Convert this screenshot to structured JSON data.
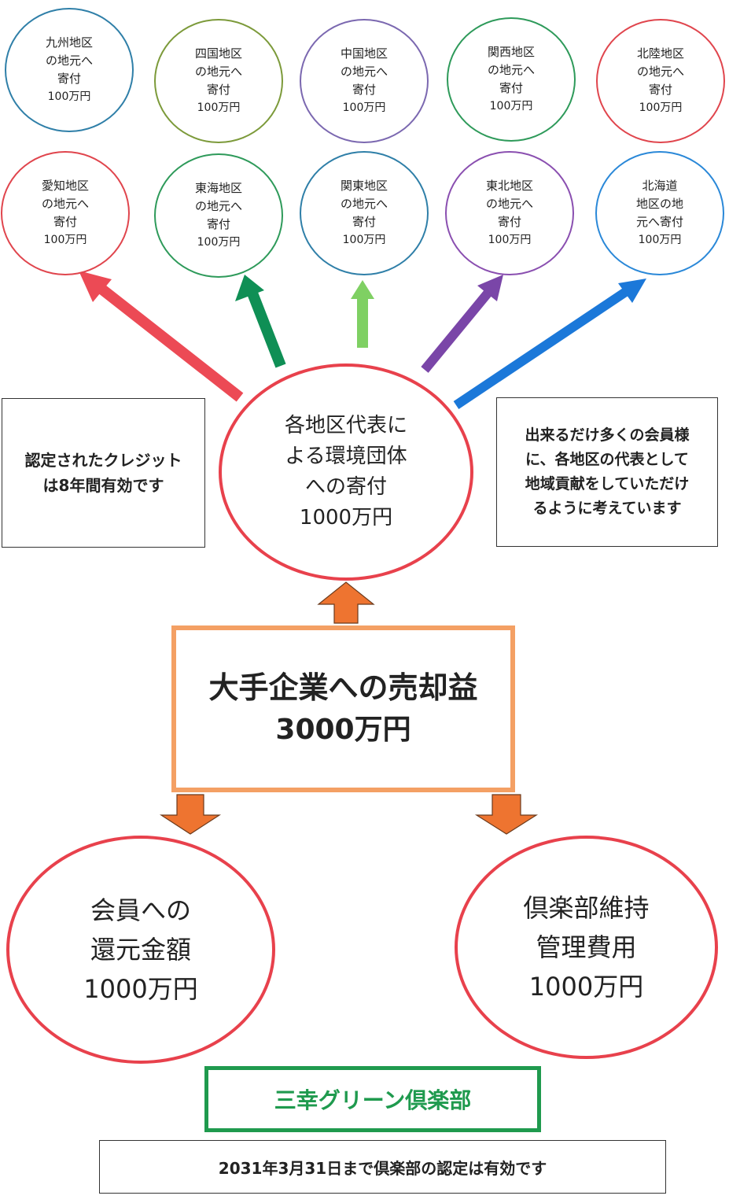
{
  "colors": {
    "red": "#e0454d",
    "orange_box": "#f4a064",
    "orange_arrow": "#ee7430",
    "green_frame": "#1f9a4e",
    "arrow_red": "#ec4a55",
    "arrow_green": "#0f8f55",
    "arrow_light_green": "#7fd063",
    "arrow_purple": "#7a46a8",
    "arrow_blue": "#1b78d9"
  },
  "regions_top": [
    {
      "lines": [
        "九州地区",
        "の地元へ",
        "寄付"
      ],
      "amount": "100万円",
      "color": "#2f7fa8"
    },
    {
      "lines": [
        "四国地区",
        "の地元へ",
        "寄付"
      ],
      "amount": "100万円",
      "color": "#7c9a3a"
    },
    {
      "lines": [
        "中国地区",
        "の地元へ",
        "寄付"
      ],
      "amount": "100万円",
      "color": "#7b68b0"
    },
    {
      "lines": [
        "関西地区",
        "の地元へ",
        "寄付"
      ],
      "amount": "100万円",
      "color": "#2e9a5a"
    },
    {
      "lines": [
        "北陸地区",
        "の地元へ",
        "寄付"
      ],
      "amount": "100万円",
      "color": "#e0454d"
    }
  ],
  "regions_bottom": [
    {
      "lines": [
        "愛知地区",
        "の地元へ",
        "寄付"
      ],
      "amount": "100万円",
      "color": "#e0454d"
    },
    {
      "lines": [
        "東海地区",
        "の地元へ",
        "寄付"
      ],
      "amount": "100万円",
      "color": "#2e9a5a"
    },
    {
      "lines": [
        "関東地区",
        "の地元へ",
        "寄付"
      ],
      "amount": "100万円",
      "color": "#2f7fa8"
    },
    {
      "lines": [
        "東北地区",
        "の地元へ",
        "寄付"
      ],
      "amount": "100万円",
      "color": "#8a4fb0"
    },
    {
      "lines": [
        "北海道",
        "地区の地",
        "元へ寄付"
      ],
      "amount": "100万円",
      "color": "#2a88d8"
    }
  ],
  "center": {
    "lines": [
      "各地区代表に",
      "よる環境団体",
      "への寄付"
    ],
    "amount": "1000万円"
  },
  "note_left": {
    "lines": [
      "認定されたクレジット",
      "は8年間有効です"
    ]
  },
  "note_right": {
    "lines": [
      "出来るだけ多くの会員様",
      "に、各地区の代表として",
      "地域貢献をしていただけ",
      "るように考えています"
    ]
  },
  "sale": {
    "title": "大手企業への売却益",
    "amount": "3000万円"
  },
  "member_return": {
    "lines": [
      "会員への",
      "還元金額"
    ],
    "amount": "1000万円"
  },
  "club_cost": {
    "lines": [
      "倶楽部維持",
      "管理費用"
    ],
    "amount": "1000万円"
  },
  "club_name": "三幸グリーン倶楽部",
  "validity": "2031年3月31日まで倶楽部の認定は有効です"
}
